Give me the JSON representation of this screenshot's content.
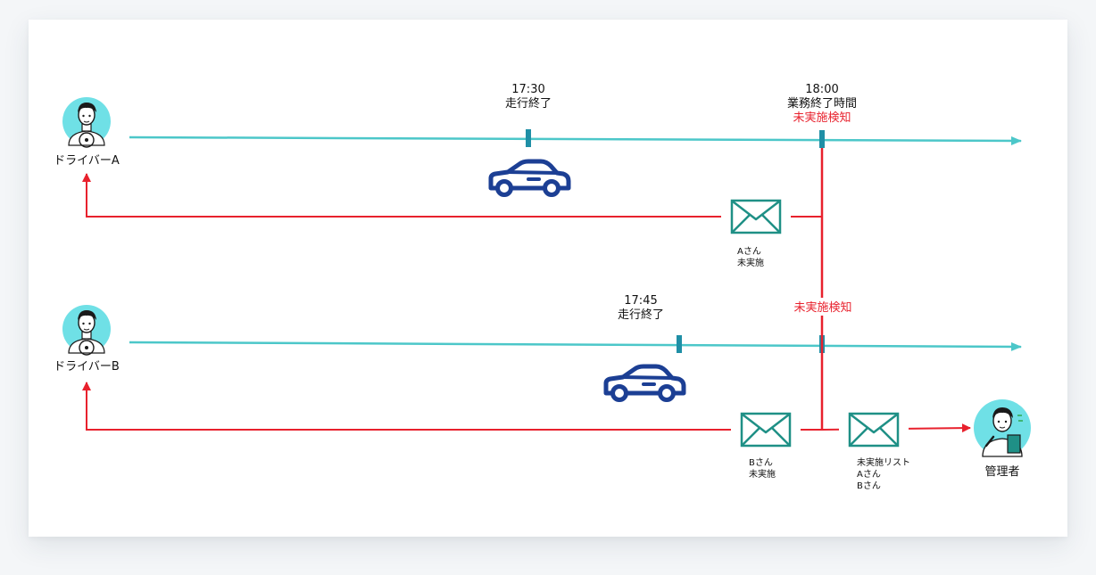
{
  "drivers": {
    "a": {
      "name": "ドライバーA"
    },
    "b": {
      "name": "ドライバーB"
    }
  },
  "events": {
    "a_drive_end": {
      "time": "17:30",
      "label": "走行終了"
    },
    "b_drive_end": {
      "time": "17:45",
      "label": "走行終了"
    },
    "work_end": {
      "time": "18:00",
      "label": "業務終了時間"
    }
  },
  "alerts": {
    "detect_top": "未実施検知",
    "detect_mid": "未実施検知"
  },
  "mails": {
    "a": {
      "line1": "Aさん",
      "line2": "未実施"
    },
    "b": {
      "line1": "Bさん",
      "line2": "未実施"
    },
    "manager": {
      "line1": "未実施リスト",
      "line2": "Aさん",
      "line3": "Bさん"
    }
  },
  "manager": {
    "name": "管理者"
  },
  "colors": {
    "timeline": "#4cc7c9",
    "tick": "#1f8fa6",
    "alert": "#e8212d",
    "car": "#1c3f94",
    "mail": "#1f9086",
    "avatar_bg": "#6fe0e6",
    "text": "#111111"
  }
}
